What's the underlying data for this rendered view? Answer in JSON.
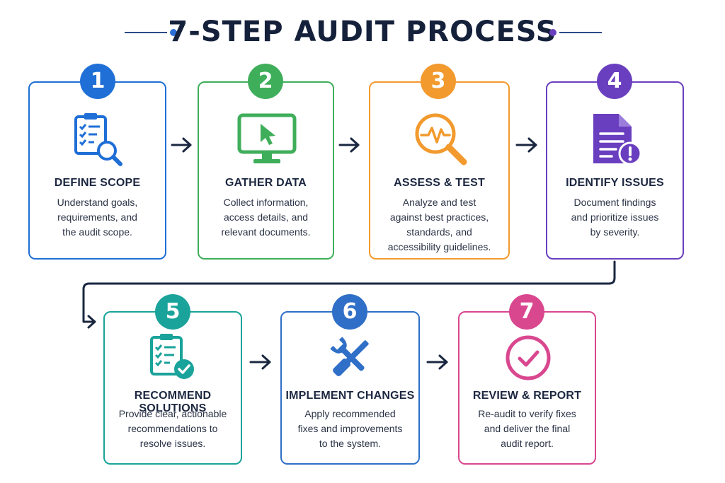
{
  "title": "7-STEP AUDIT PROCESS",
  "colors": {
    "navy": "#1a2740",
    "blue": "#1f6fd6",
    "green": "#3fae5a",
    "orange": "#f29a2e",
    "purple": "#6a3fbf",
    "teal": "#1aa39a",
    "mid_blue": "#2f6fc7",
    "pink": "#d9478f"
  },
  "steps": [
    {
      "number": "1",
      "title": "DEFINE SCOPE",
      "lines": [
        "Understand goals,",
        "requirements, and",
        "the audit scope."
      ],
      "icon": "clipboard-search-icon",
      "color": "#1f6fd6"
    },
    {
      "number": "2",
      "title": "GATHER DATA",
      "lines": [
        "Collect information,",
        "access details, and",
        "relevant documents."
      ],
      "icon": "monitor-cursor-icon",
      "color": "#3fae5a"
    },
    {
      "number": "3",
      "title": "ASSESS & TEST",
      "lines": [
        "Analyze and test",
        "against best practices,",
        "standards, and",
        "accessibility guidelines."
      ],
      "icon": "magnifier-pulse-icon",
      "color": "#f29a2e"
    },
    {
      "number": "4",
      "title": "IDENTIFY ISSUES",
      "lines": [
        "Document findings",
        "and prioritize issues",
        "by severity."
      ],
      "icon": "document-alert-icon",
      "color": "#6a3fbf"
    },
    {
      "number": "5",
      "title": "RECOMMEND SOLUTIONS",
      "lines": [
        "Provide clear, actionable",
        "recommendations to",
        "resolve issues."
      ],
      "icon": "clipboard-check-icon",
      "color": "#1aa39a"
    },
    {
      "number": "6",
      "title": "IMPLEMENT CHANGES",
      "lines": [
        "Apply recommended",
        "fixes and improvements",
        "to the system."
      ],
      "icon": "wrench-screwdriver-icon",
      "color": "#2f6fc7"
    },
    {
      "number": "7",
      "title": "REVIEW & REPORT",
      "lines": [
        "Re-audit to verify fixes",
        "and deliver the final",
        "audit report."
      ],
      "icon": "check-circle-icon",
      "color": "#d9478f"
    }
  ]
}
